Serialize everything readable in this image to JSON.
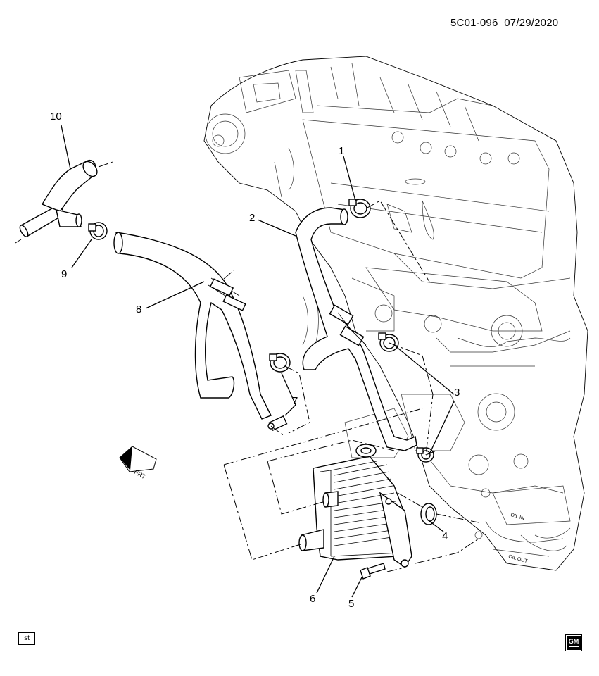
{
  "header": {
    "ref_code": "5C01-096",
    "date": "07/29/2020"
  },
  "callouts": [
    {
      "number": "1"
    },
    {
      "number": "2"
    },
    {
      "number": "3"
    },
    {
      "number": "4"
    },
    {
      "number": "5"
    },
    {
      "number": "6"
    },
    {
      "number": "7"
    },
    {
      "number": "8"
    },
    {
      "number": "9"
    },
    {
      "number": "10"
    }
  ],
  "direction_marker": {
    "text": "FRT",
    "icon": "front-arrow-icon"
  },
  "engine_labels": {
    "oil_in": "OIL IN",
    "oil_out": "OIL OUT"
  },
  "footer": {
    "style_box": "st",
    "logo_text": "GM",
    "logo_icon": "gm-logo-icon"
  }
}
